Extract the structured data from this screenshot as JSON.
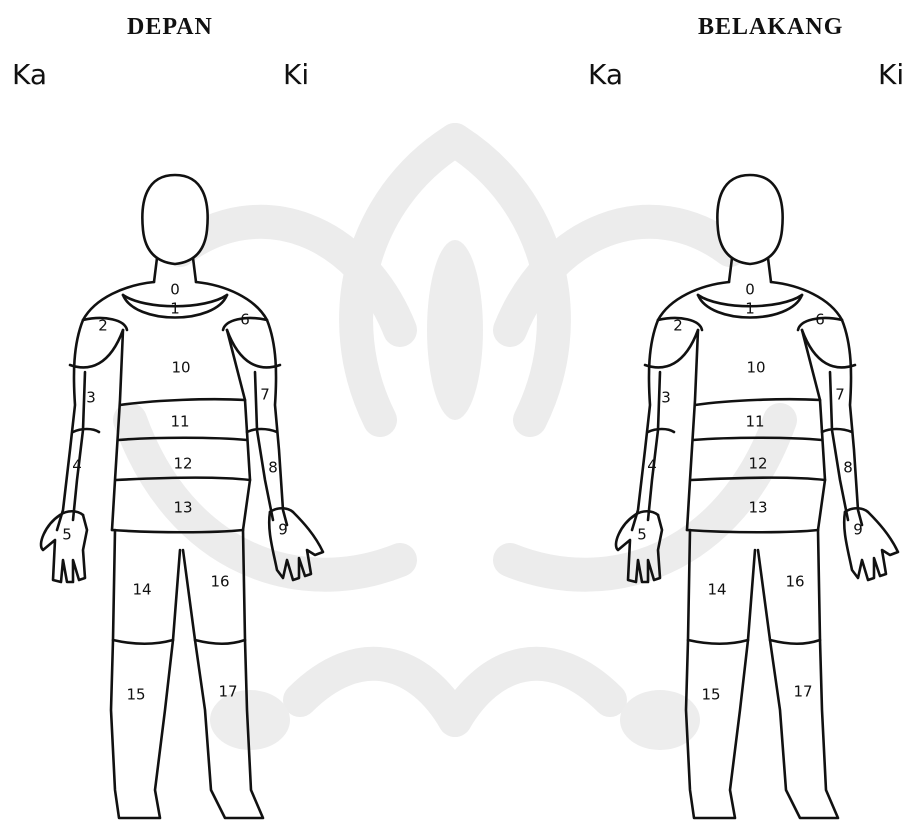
{
  "views": [
    {
      "title": "DEPAN",
      "side_right": "Ka",
      "side_left": "Ki",
      "regions": [
        "0",
        "1",
        "2",
        "6",
        "10",
        "3",
        "7",
        "11",
        "4",
        "12",
        "8",
        "13",
        "5",
        "9",
        "14",
        "16",
        "15",
        "17"
      ]
    },
    {
      "title": "BELAKANG",
      "side_right": "Ka",
      "side_left": "Ki",
      "regions": [
        "0",
        "1",
        "2",
        "6",
        "10",
        "3",
        "7",
        "11",
        "4",
        "12",
        "8",
        "13",
        "5",
        "9",
        "14",
        "16",
        "15",
        "17"
      ]
    }
  ],
  "colors": {
    "line": "#111111",
    "watermark": "#e6e6e6",
    "background": "#ffffff"
  }
}
